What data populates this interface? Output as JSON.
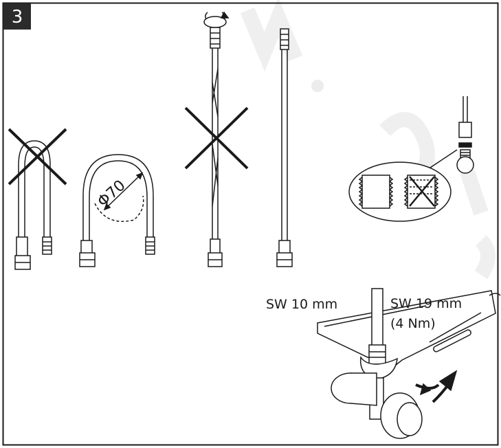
{
  "step": {
    "number": "3"
  },
  "labels": {
    "diameter": "Φ70",
    "wrench_small": "SW 10 mm",
    "wrench_large": "SW 19 mm",
    "torque": "(4 Nm)"
  },
  "colors": {
    "line": "#1a1a1a",
    "step_box": "#2b2b2b",
    "watermark": "#d8d8d8"
  }
}
